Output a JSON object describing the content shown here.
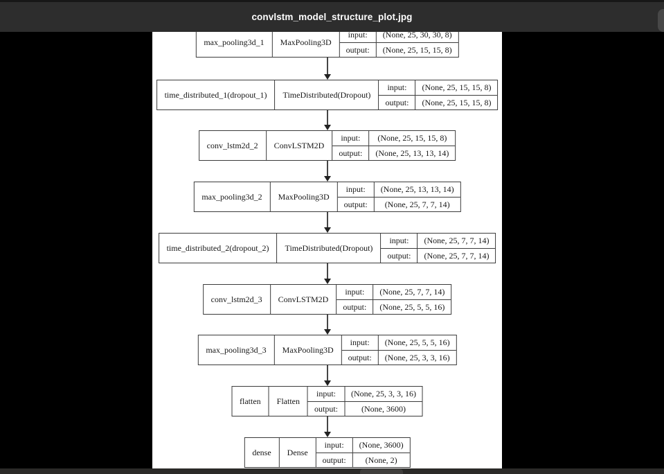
{
  "window": {
    "title": "convlstm_model_structure_plot.jpg"
  },
  "colors": {
    "titlebar_bg": "#2d2d2d",
    "window_bg": "#000000",
    "canvas_bg": "#ffffff",
    "diagram_line": "#3a3a3a",
    "title_text": "#ffffff",
    "taskbar_bg": "#2b2a28"
  },
  "diagram": {
    "io_labels": {
      "input": "input:",
      "output": "output:"
    },
    "nodes": [
      {
        "name": "max_pooling3d_1",
        "type": "MaxPooling3D",
        "input": "(None, 25, 30, 30, 8)",
        "output": "(None, 25, 15, 15, 8)"
      },
      {
        "name": "time_distributed_1(dropout_1)",
        "type": "TimeDistributed(Dropout)",
        "input": "(None, 25, 15, 15, 8)",
        "output": "(None, 25, 15, 15, 8)"
      },
      {
        "name": "conv_lstm2d_2",
        "type": "ConvLSTM2D",
        "input": "(None, 25, 15, 15, 8)",
        "output": "(None, 25, 13, 13, 14)"
      },
      {
        "name": "max_pooling3d_2",
        "type": "MaxPooling3D",
        "input": "(None, 25, 13, 13, 14)",
        "output": "(None, 25, 7, 7, 14)"
      },
      {
        "name": "time_distributed_2(dropout_2)",
        "type": "TimeDistributed(Dropout)",
        "input": "(None, 25, 7, 7, 14)",
        "output": "(None, 25, 7, 7, 14)"
      },
      {
        "name": "conv_lstm2d_3",
        "type": "ConvLSTM2D",
        "input": "(None, 25, 7, 7, 14)",
        "output": "(None, 25, 5, 5, 16)"
      },
      {
        "name": "max_pooling3d_3",
        "type": "MaxPooling3D",
        "input": "(None, 25, 5, 5, 16)",
        "output": "(None, 25, 3, 3, 16)"
      },
      {
        "name": "flatten",
        "type": "Flatten",
        "input": "(None, 25, 3, 3, 16)",
        "output": "(None, 3600)"
      },
      {
        "name": "dense",
        "type": "Dense",
        "input": "(None, 3600)",
        "output": "(None, 2)"
      }
    ]
  }
}
